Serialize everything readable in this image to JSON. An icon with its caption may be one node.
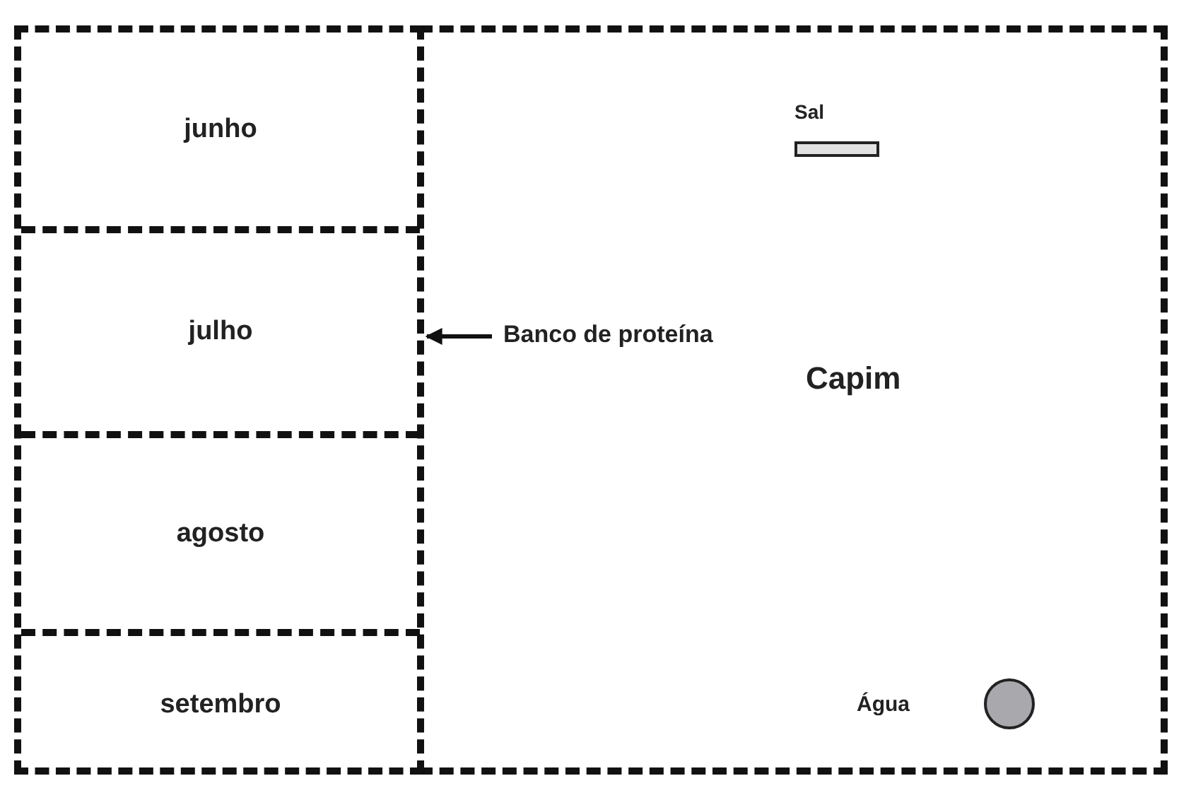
{
  "diagram": {
    "nodes": [
      {
        "text": [
          "Capim"
        ]
      },
      {
        "text": [],
        "shape": "box"
      },
      {
        "text": [
          "junho"
        ],
        "in": 1
      },
      {
        "text": [
          "julho"
        ],
        "in": 1
      },
      {
        "text": [
          "agosto"
        ],
        "in": 1
      },
      {
        "text": [
          "setembro"
        ],
        "in": 1
      },
      {
        "text": [
          "Banco de proteína"
        ],
        "in": 0
      },
      {
        "text": [
          "Sal"
        ],
        "in": 0
      },
      {
        "text": [
          "Água"
        ],
        "in": 0
      }
    ],
    "edges": [
      {
        "from": 6,
        "to": 1,
        "arrow": "to"
      }
    ]
  }
}
